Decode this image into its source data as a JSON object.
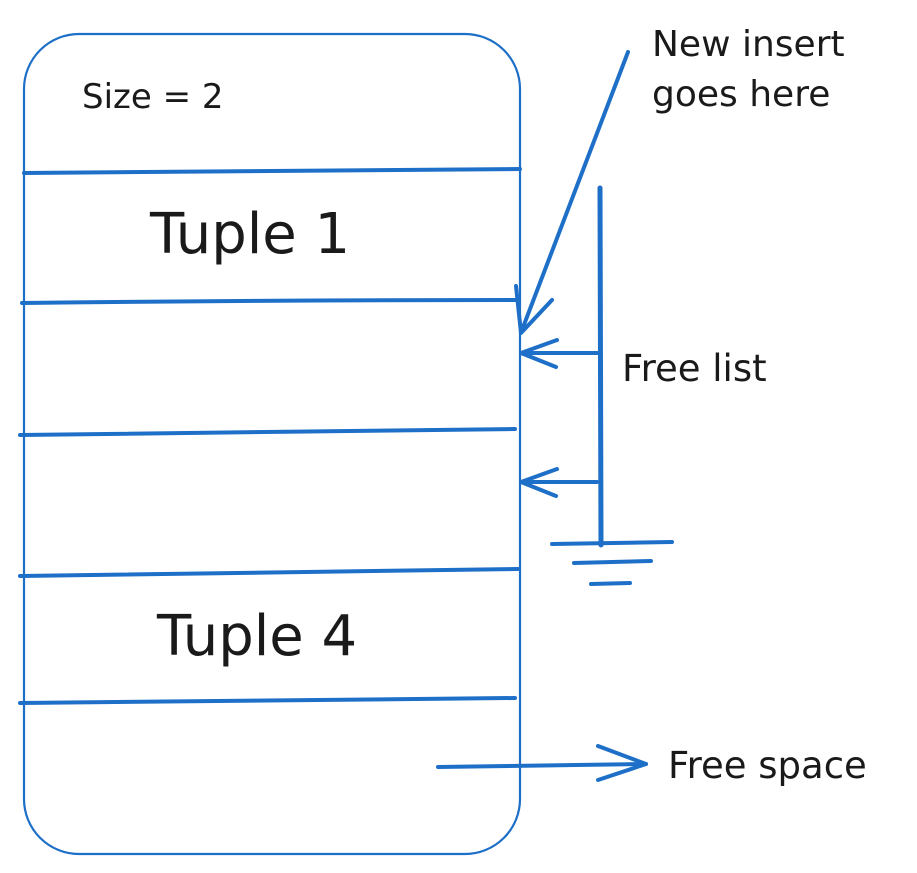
{
  "colors": {
    "stroke": "#1e6fc7",
    "text": "#1a1a1a",
    "background": "#ffffff"
  },
  "page": {
    "size_label": "Size = 2",
    "slots": [
      {
        "label": ""
      },
      {
        "label": "Tuple 1"
      },
      {
        "label": ""
      },
      {
        "label": ""
      },
      {
        "label": "Tuple 4"
      },
      {
        "label": ""
      }
    ]
  },
  "annotations": {
    "new_insert_line1": "New insert",
    "new_insert_line2": "goes here",
    "free_list": "Free list",
    "free_space": "Free space"
  }
}
